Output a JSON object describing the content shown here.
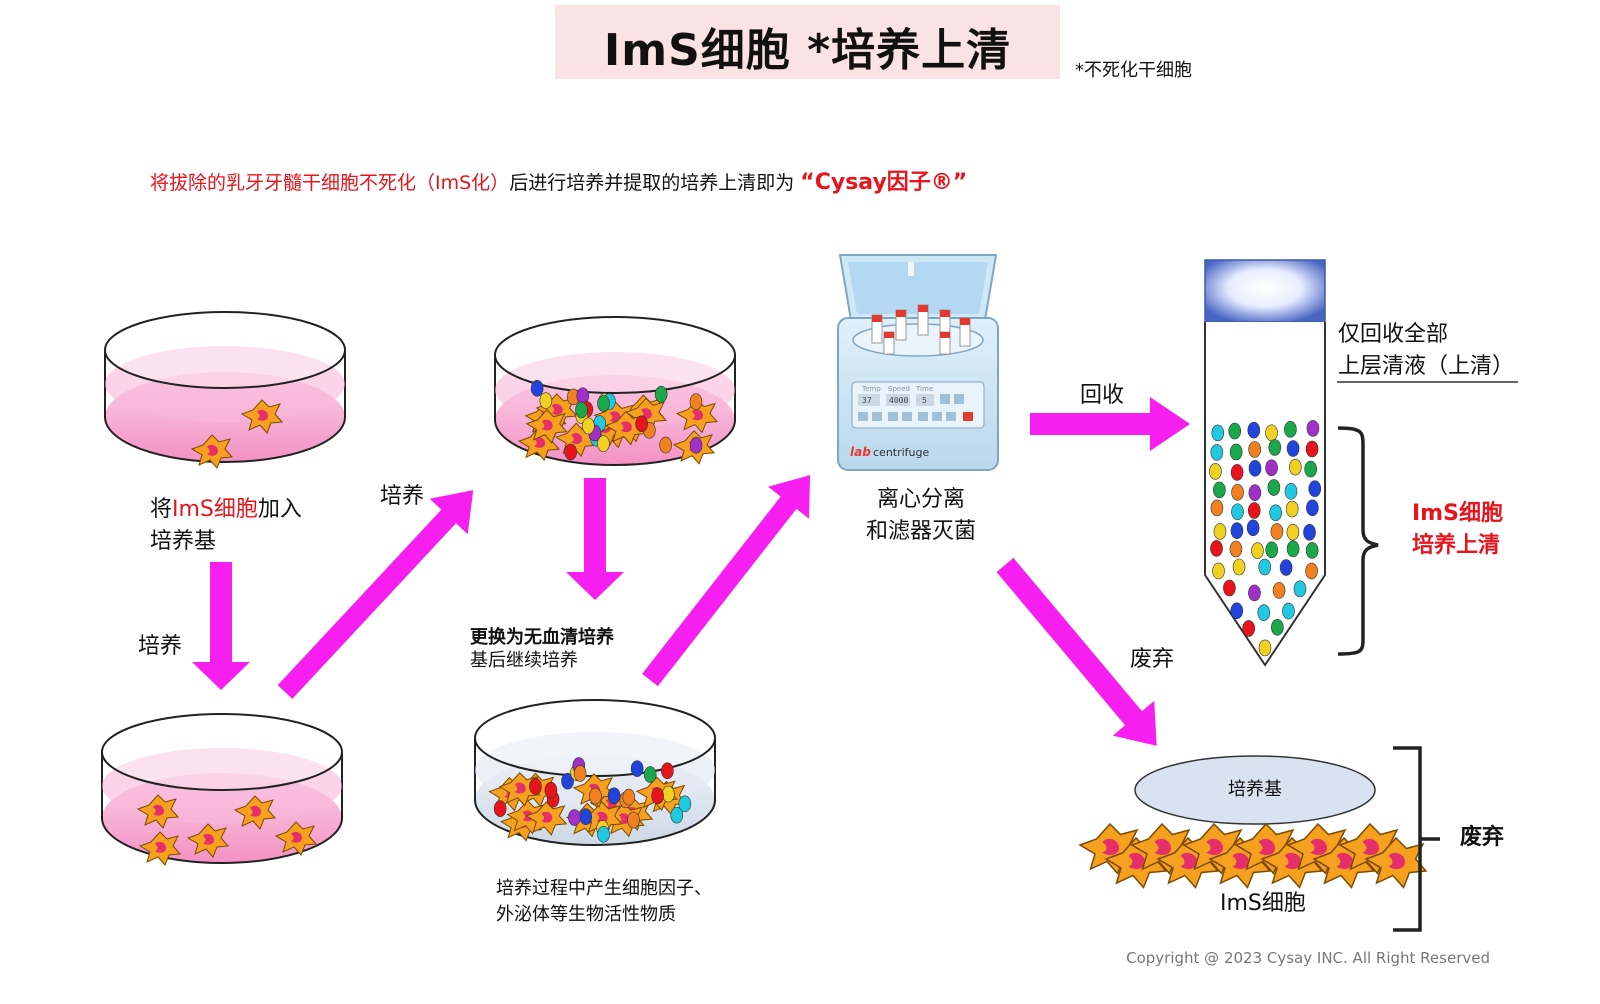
{
  "header": {
    "title": "ImS细胞 *培养上清",
    "footnote": "*不死化干细胞"
  },
  "intro": {
    "part1": "将拔除的乳牙牙髓干细胞不死化（ImS化）",
    "part2": "后进行培养并提取的培养上清即为",
    "brand": "“Cysay因子®”"
  },
  "steps": {
    "add_prefix": "将",
    "add_cell": "ImS细胞",
    "add_suffix": "加入",
    "add_line2": "培养基",
    "culture_1": "培养",
    "culture_2": "培养",
    "replace_line1": "更换为无血清培养",
    "replace_line2": "基后继续培养",
    "product_line1": "培养过程中产生细胞因子、",
    "product_line2": "外泌体等生物活性物质",
    "centrifuge_line1": "离心分离",
    "centrifuge_line2": "和滤器灭菌",
    "recover": "回收",
    "discard": "废弃"
  },
  "centrifuge_display": {
    "labels": [
      "Temp",
      "Speed",
      "Time"
    ],
    "values": [
      "37",
      "4000",
      "5"
    ],
    "brand_lab": "lab",
    "brand_name": "centrifuge"
  },
  "tube": {
    "note_line1": "仅回收全部",
    "note_line2": "上层清液（上清）",
    "bracket_line1": "ImS细胞",
    "bracket_line2": "培养上清"
  },
  "waste": {
    "medium": "培养基",
    "cells": "ImS细胞",
    "discard_label": "废弃"
  },
  "footer": {
    "copyright": "Copyright @ 2023 Cysay INC. All Right Reserved"
  },
  "colors": {
    "arrow": "#f61ff0",
    "red_text": "#e8141c",
    "title_bg": "#fbe2e4",
    "medium_pink": "#f59ac9",
    "serum_free_blue": "#d8e2ee",
    "cell_orange": "#f5a01e",
    "cell_core": "#e62e6b"
  }
}
